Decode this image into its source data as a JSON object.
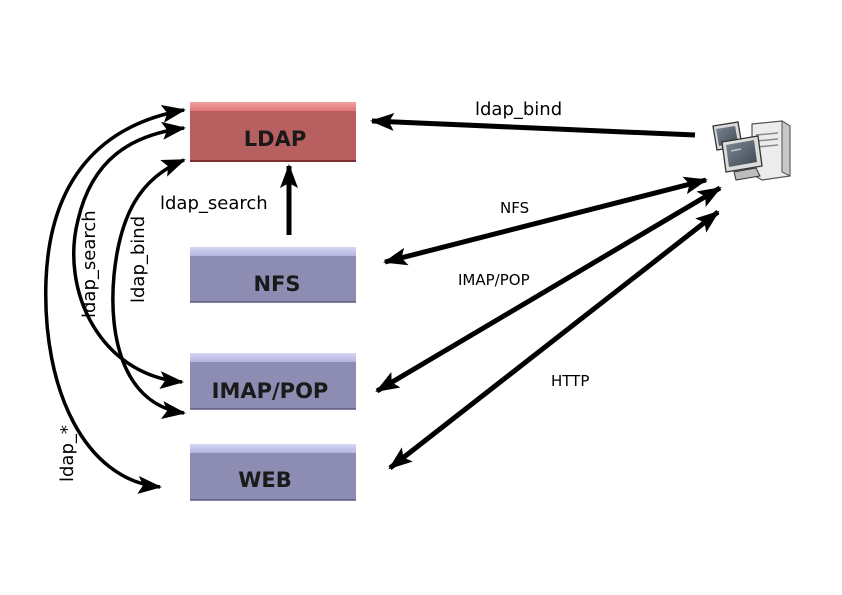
{
  "nodes": {
    "ldap": {
      "label": "LDAP",
      "color": "#b86060"
    },
    "nfs": {
      "label": "NFS",
      "color": "#8d8db3"
    },
    "imap": {
      "label": "IMAP/POP",
      "color": "#8d8db3"
    },
    "web": {
      "label": "WEB",
      "color": "#8d8db3"
    },
    "client": {
      "icon": "computer-icon"
    }
  },
  "edges": {
    "ldap_bind_top": "ldap_bind",
    "ldap_search_center": "ldap_search",
    "ldap_search_left": "ldap_search",
    "ldap_bind_left": "ldap_bind",
    "ldap_star": "ldap_*",
    "nfs": "NFS",
    "imap_pop": "IMAP/POP",
    "http": "HTTP"
  }
}
